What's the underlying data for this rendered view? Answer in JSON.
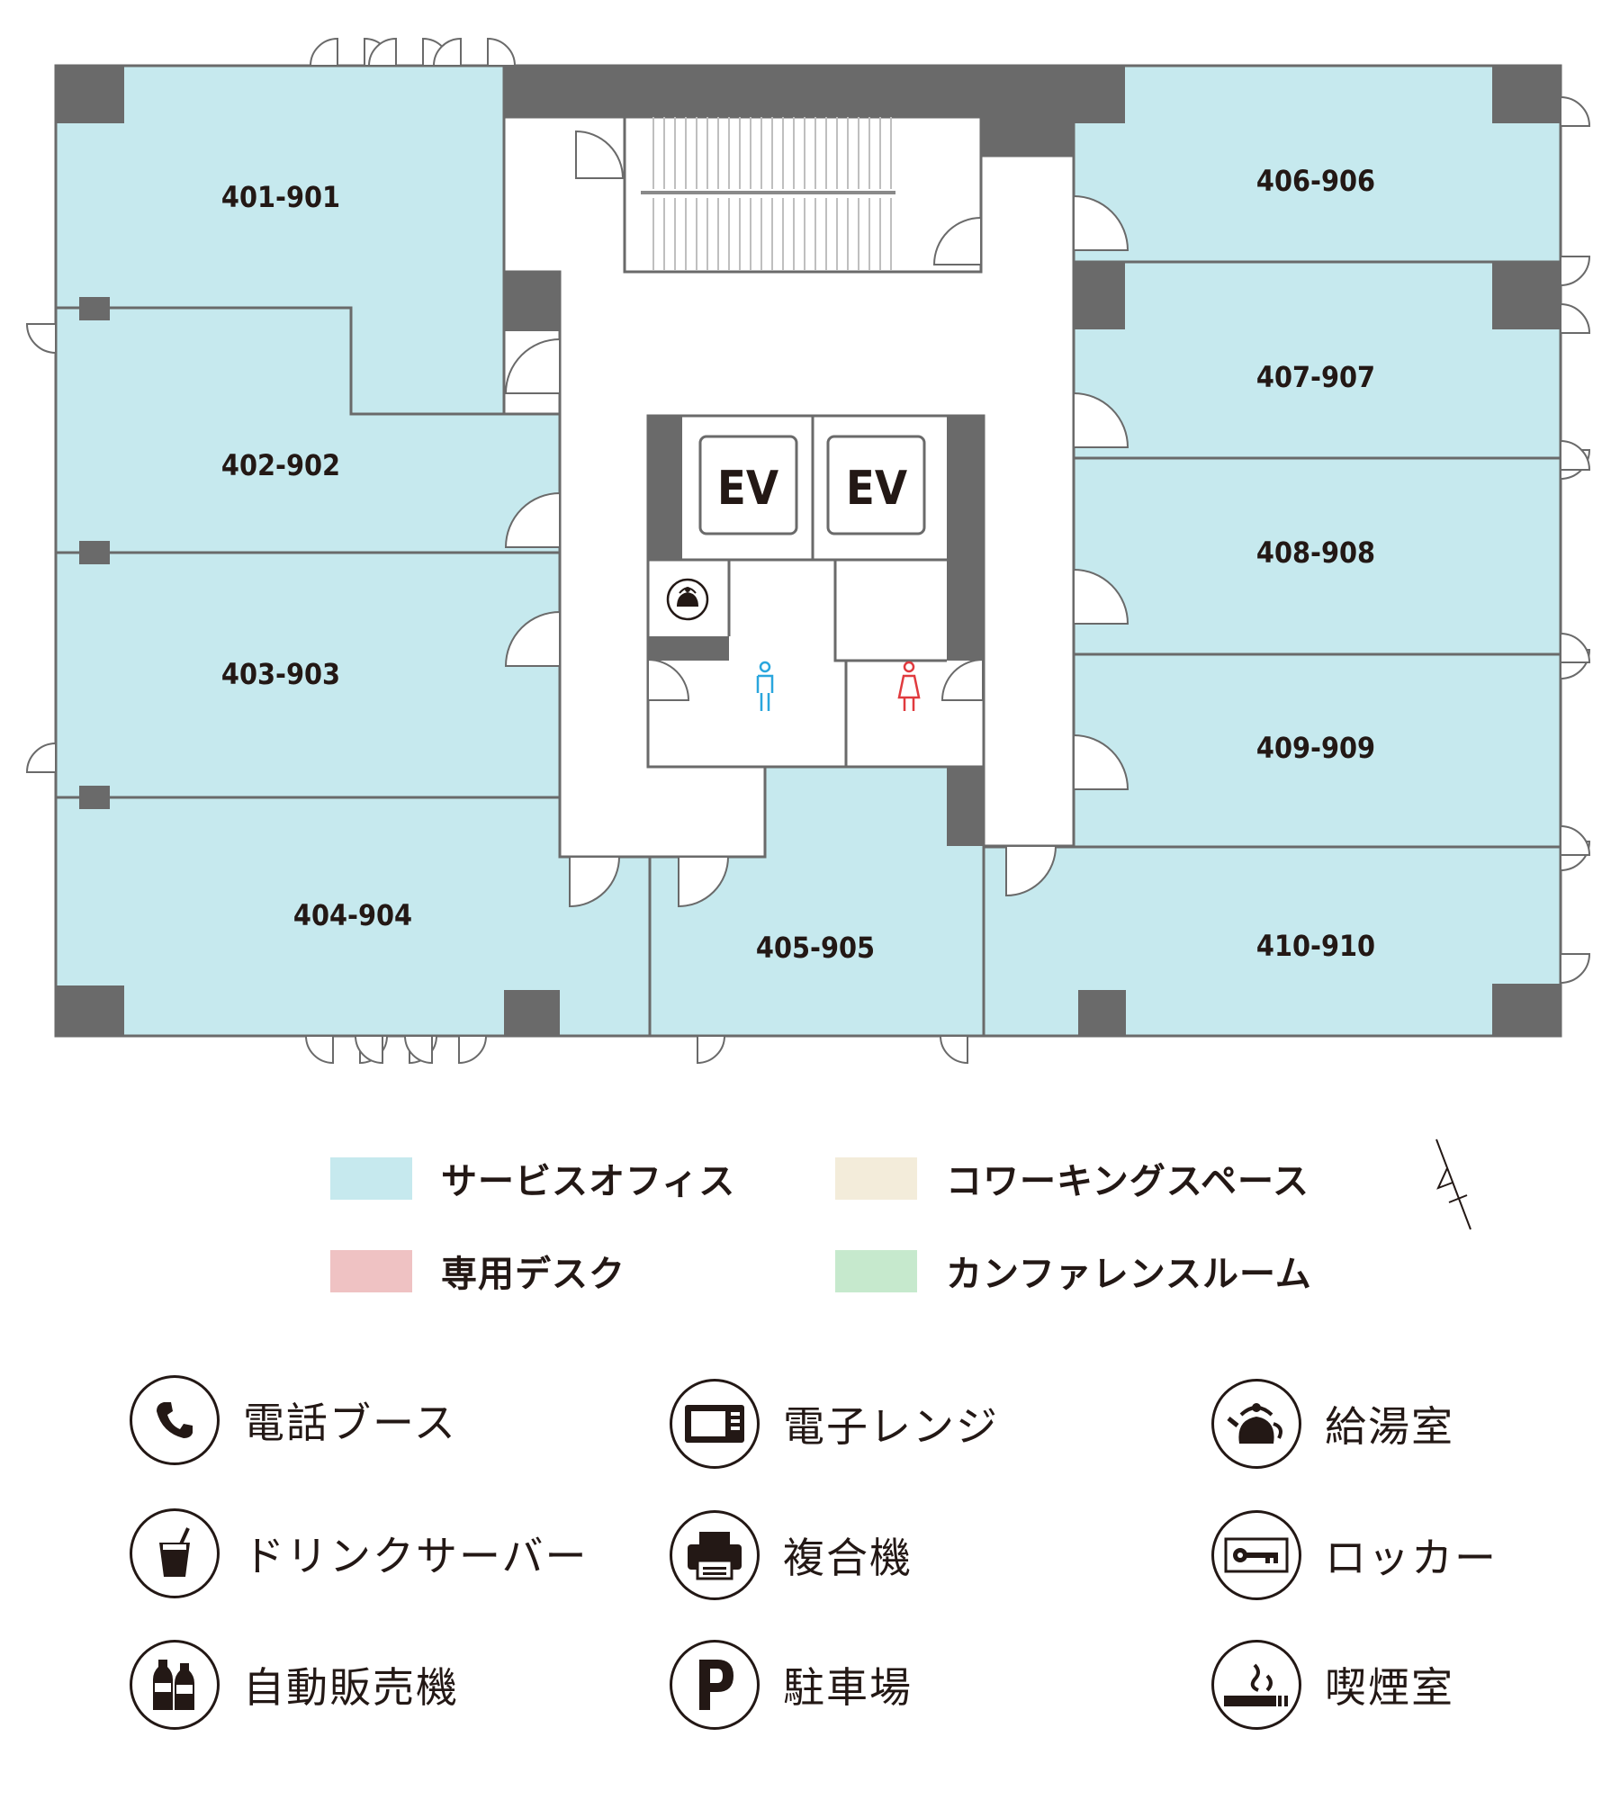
{
  "colors": {
    "service_office": "#c6e9ee",
    "coworking": "#f3ecda",
    "dedicated_desk": "#efc2c3",
    "conference": "#c6e9cd",
    "wall": "#6a6a6a",
    "male": "#2aa6dd",
    "female": "#e03a3e"
  },
  "floor_plan": {
    "rooms": {
      "r401": "401-901",
      "r402": "402-902",
      "r403": "403-903",
      "r404": "404-904",
      "r405": "405-905",
      "r406": "406-906",
      "r407": "407-907",
      "r408": "408-908",
      "r409": "409-909",
      "r410": "410-910"
    },
    "elevators": {
      "ev1": "EV",
      "ev2": "EV"
    },
    "compass": "N"
  },
  "legend": {
    "service_office": "サービスオフィス",
    "coworking": "コワーキングスペース",
    "dedicated_desk": "専用デスク",
    "conference": "カンファレンスルーム"
  },
  "amenities": [
    {
      "label": "電話ブース",
      "icon": "phone-icon"
    },
    {
      "label": "電子レンジ",
      "icon": "microwave-icon"
    },
    {
      "label": "給湯室",
      "icon": "kettle-icon"
    },
    {
      "label": "ドリンクサーバー",
      "icon": "drink-icon"
    },
    {
      "label": "複合機",
      "icon": "printer-icon"
    },
    {
      "label": "ロッカー",
      "icon": "key-icon"
    },
    {
      "label": "自動販売機",
      "icon": "bottles-icon"
    },
    {
      "label": "駐車場",
      "icon": "parking-icon"
    },
    {
      "label": "喫煙室",
      "icon": "smoking-icon"
    }
  ]
}
